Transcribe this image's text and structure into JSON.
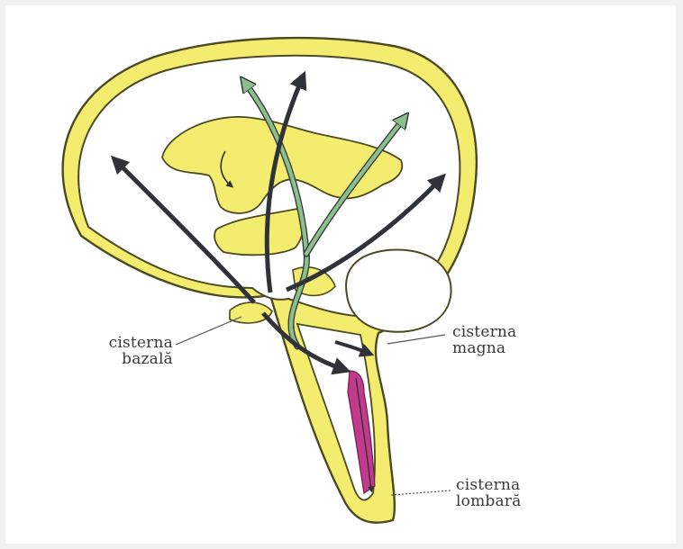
{
  "colors": {
    "csf_space": "#f4ec6e",
    "outline": "#4b4a22",
    "flow_arrow": "#2f3238",
    "venous_arrow": "#8bbf8a",
    "lumbar_flow": "#c23a8b",
    "background": "#ffffff"
  },
  "labels": {
    "bazala": {
      "line1": "cisterna",
      "line2": "bazală"
    },
    "magna": {
      "line1": "cisterna",
      "line2": "magna"
    },
    "lombara": {
      "line1": "cisterna",
      "line2": "lombară"
    }
  }
}
